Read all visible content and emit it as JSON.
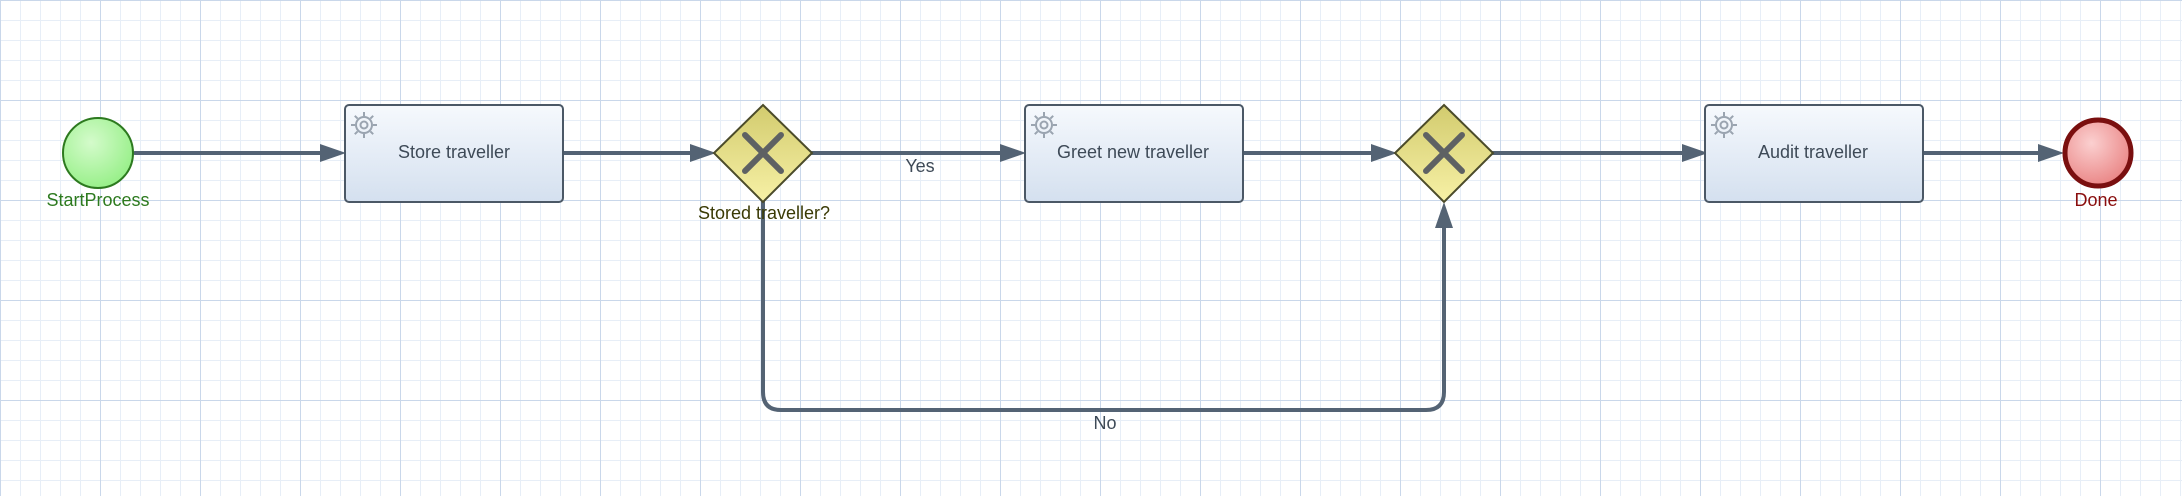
{
  "diagram": {
    "type": "bpmn-process",
    "start_event": {
      "label": "StartProcess"
    },
    "end_event": {
      "label": "Done"
    },
    "tasks": [
      {
        "label": "Store traveller",
        "kind": "service-task",
        "icon": "gear-icon"
      },
      {
        "label": "Greet new traveller",
        "kind": "service-task",
        "icon": "gear-icon"
      },
      {
        "label": "Audit traveller",
        "kind": "service-task",
        "icon": "gear-icon"
      }
    ],
    "gateways": [
      {
        "label": "Stored traveller?",
        "kind": "exclusive-gateway"
      },
      {
        "label": "",
        "kind": "exclusive-gateway"
      }
    ],
    "flows": {
      "yes_label": "Yes",
      "no_label": "No"
    },
    "colors": {
      "start_fill": "#a6f59b",
      "start_stroke": "#2d7a1f",
      "end_fill": "#f09393",
      "end_stroke": "#7a0f0f",
      "task_fill_top": "#f6f9fd",
      "task_fill_bottom": "#d4e0ef",
      "gateway_fill_top": "#d8d27a",
      "gateway_fill_bottom": "#f6f0a4",
      "edge": "#546374"
    }
  }
}
